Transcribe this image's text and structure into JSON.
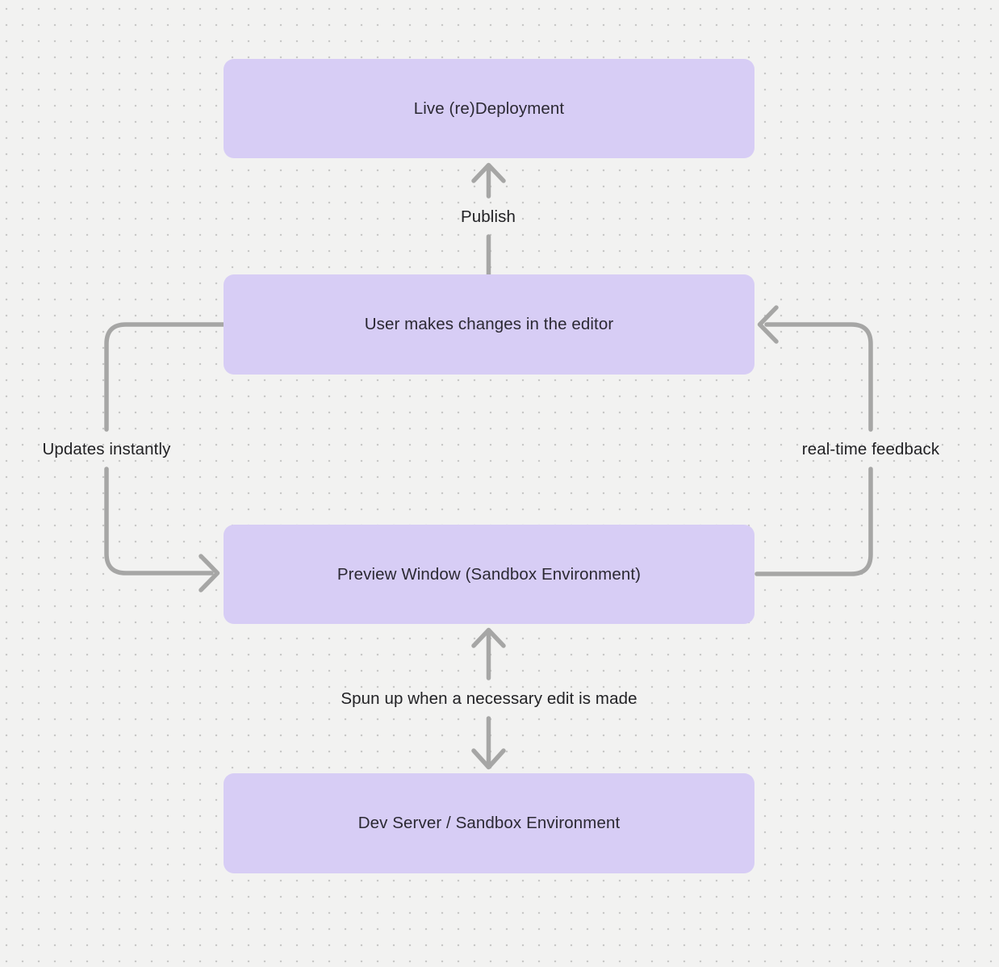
{
  "canvas": {
    "background_color": "#f2f2f1",
    "dot_color": "#c8c8c7",
    "node_fill_color": "#d7cdf5",
    "node_text_color": "#2b2933",
    "connector_color": "#a6a6a5",
    "label_text_color": "#222225"
  },
  "nodes": [
    {
      "id": "live-redeployment",
      "label": "Live (re)Deployment"
    },
    {
      "id": "user-editor",
      "label": "User makes changes in the editor"
    },
    {
      "id": "preview-window",
      "label": "Preview Window (Sandbox Environment)"
    },
    {
      "id": "dev-server",
      "label": "Dev Server / Sandbox Environment"
    }
  ],
  "edges": [
    {
      "id": "publish",
      "label": "Publish",
      "from": "user-editor",
      "to": "live-redeployment",
      "direction": "up"
    },
    {
      "id": "updates-instantly",
      "label": "Updates instantly",
      "from": "user-editor",
      "to": "preview-window",
      "direction": "left-loop"
    },
    {
      "id": "realtime-feedback",
      "label": "real-time feedback",
      "from": "preview-window",
      "to": "user-editor",
      "direction": "right-loop"
    },
    {
      "id": "spun-up",
      "label": "Spun up when a necessary edit is made",
      "from": "preview-window",
      "to": "dev-server",
      "direction": "bidirectional"
    }
  ]
}
